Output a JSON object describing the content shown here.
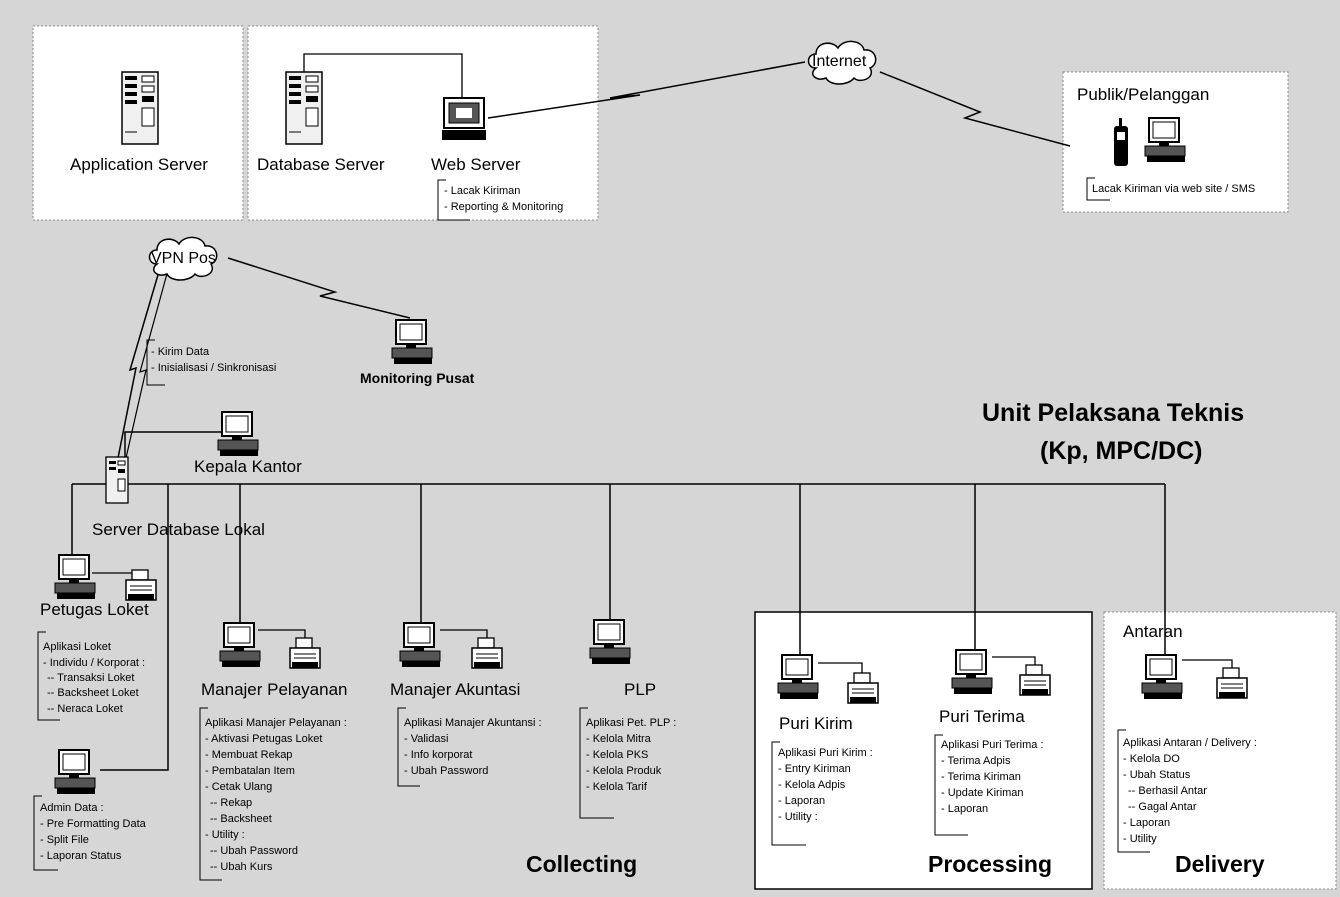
{
  "clouds": {
    "internet": "Internet",
    "vpn": "VPN Pos"
  },
  "servers": {
    "application": "Application Server",
    "database": "Database Server",
    "web": "Web Server",
    "web_notes": [
      "- Lacak Kiriman",
      "- Reporting & Monitoring"
    ]
  },
  "public": {
    "title": "Publik/Pelanggan",
    "note": "Lacak Kiriman via web site / SMS"
  },
  "vpn_notes": [
    "- Kirim Data",
    "- Inisialisasi / Sinkronisasi"
  ],
  "monitoring": "Monitoring Pusat",
  "unit_title": [
    "Unit Pelaksana Teknis",
    "(Kp, MPC/DC)"
  ],
  "kepala_kantor": "Kepala Kantor",
  "server_lokal": "Server Database Lokal",
  "petugas_loket": {
    "label": "Petugas Loket",
    "notes": [
      "Aplikasi Loket",
      "- Individu / Korporat :",
      "  -- Transaksi Loket",
      "  -- Backsheet Loket",
      "  -- Neraca Loket"
    ]
  },
  "admin_data": {
    "notes": [
      "Admin Data :",
      "- Pre Formatting Data",
      "- Split File",
      "- Laporan Status"
    ]
  },
  "manajer_pelayanan": {
    "label": "Manajer Pelayanan",
    "notes": [
      "Aplikasi Manajer Pelayanan :",
      "- Aktivasi Petugas Loket",
      "- Membuat Rekap",
      "- Pembatalan Item",
      "- Cetak Ulang",
      "  -- Rekap",
      "  -- Backsheet",
      "- Utility :",
      "  -- Ubah Password",
      "  -- Ubah Kurs"
    ]
  },
  "manajer_akuntasi": {
    "label": "Manajer Akuntasi",
    "notes": [
      "Aplikasi Manajer Akuntansi :",
      "- Validasi",
      "- Info korporat",
      "- Ubah Password"
    ]
  },
  "plp": {
    "label": "PLP",
    "notes": [
      "Aplikasi Pet. PLP :",
      "- Kelola Mitra",
      "- Kelola PKS",
      "- Kelola Produk",
      "- Kelola Tarif"
    ]
  },
  "puri_kirim": {
    "label": "Puri Kirim",
    "notes": [
      "Aplikasi Puri Kirim :",
      "- Entry Kiriman",
      "- Kelola Adpis",
      "- Laporan",
      "- Utility :"
    ]
  },
  "puri_terima": {
    "label": "Puri Terima",
    "notes": [
      "Aplikasi Puri Terima :",
      "- Terima Adpis",
      "- Terima Kiriman",
      "- Update Kiriman",
      "- Laporan"
    ]
  },
  "antaran": {
    "label": "Antaran",
    "notes": [
      "Aplikasi Antaran / Delivery :",
      "- Kelola DO",
      "- Ubah Status",
      "  -- Berhasil Antar",
      "  -- Gagal Antar",
      "- Laporan",
      "- Utility"
    ]
  },
  "sections": {
    "collecting": "Collecting",
    "processing": "Processing",
    "delivery": "Delivery"
  }
}
